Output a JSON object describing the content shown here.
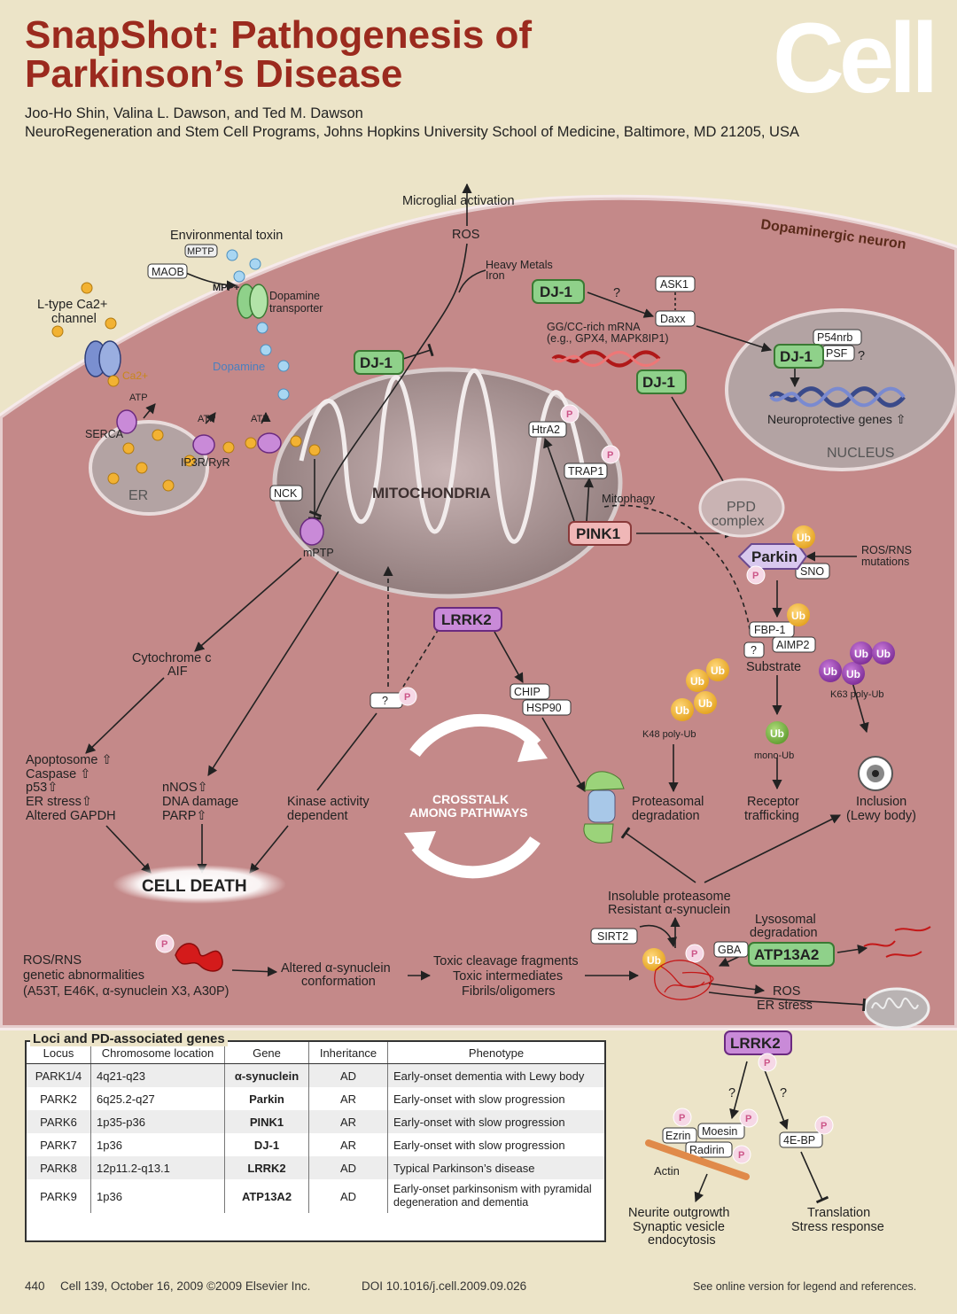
{
  "header": {
    "title_line1": "SnapShot: Pathogenesis of",
    "title_line2": "Parkinson’s Disease",
    "logo": "Cell",
    "authors": "Joo-Ho Shin, Valina L. Dawson, and Ted M. Dawson",
    "affiliation": "NeuroRegeneration and Stem Cell Programs, Johns Hopkins University School of Medicine, Baltimore, MD 21205, USA"
  },
  "labels": {
    "neuron": "Dopaminergic neuron",
    "microglial": "Microglial activation",
    "ros": "ROS",
    "env_toxin": "Environmental toxin",
    "mptp": "MPTP",
    "mao": "MAOB",
    "mpp": "MPP+",
    "dat1": "Dopamine",
    "dat2": "transporter",
    "ltype1": "L-type Ca2+",
    "ltype2": "channel",
    "ca": "Ca2+",
    "dopamine": "Dopamine",
    "heavy1": "Heavy Metals",
    "heavy2": "Iron",
    "ask1": "ASK1",
    "daxx": "Daxx",
    "q": "?",
    "mrna1": "GG/CC-rich mRNA",
    "mrna2": "(e.g., GPX4, MAPK8IP1)",
    "dj1": "DJ-1",
    "p54nrb": "P54nrb",
    "psf": "PSF",
    "neuroprotective": "Neuroprotective genes ⇧",
    "nucleus": "NUCLEUS",
    "atp": "ATP",
    "serca": "SERCA",
    "ip3r": "IP3R/RyR",
    "er": "ER",
    "mito": "MITOCHONDRIA",
    "nck": "NCK",
    "mptp_pore": "mPTP",
    "htra2": "HtrA2",
    "trap1": "TRAP1",
    "mitophagy": "Mitophagy",
    "pink1": "PINK1",
    "ppd1": "PPD",
    "ppd2": "complex",
    "parkin": "Parkin",
    "sno": "SNO",
    "ub": "Ub",
    "p": "P",
    "rosrns1": "ROS/RNS",
    "rosrns2": "mutations",
    "fbp1": "FBP-1",
    "aimp2": "AIMP2",
    "substrate": "Substrate",
    "k63": "K63 poly-Ub",
    "k48": "K48 poly-Ub",
    "monoub": "mono-Ub",
    "lrrk2": "LRRK2",
    "chip": "CHIP",
    "hsp90": "HSP90",
    "cytc1": "Cytochrome c",
    "cytc2": "AIF",
    "apop1": "Apoptosome ⇧",
    "apop2": "Caspase ⇧",
    "apop3": "p53⇧",
    "apop4": "ER stress⇧",
    "apop5": "Altered GAPDH",
    "nnos1": "nNOS⇧",
    "nnos2": "DNA damage",
    "nnos3": "PARP⇧",
    "kinase1": "Kinase activity",
    "kinase2": "dependent",
    "crosstalk1": "CROSSTALK",
    "crosstalk2": "AMONG PATHWAYS",
    "proteasomal1": "Proteasomal",
    "proteasomal2": "degradation",
    "receptor1": "Receptor",
    "receptor2": "trafficking",
    "inclusion1": "Inclusion",
    "inclusion2": "(Lewy body)",
    "celldeath": "CELL DEATH",
    "insoluble1": "Insoluble proteasome",
    "insoluble2": "Resistant α-synuclein",
    "lysosomal1": "Lysosomal",
    "lysosomal2": "degradation",
    "sirt2": "SIRT2",
    "gba": "GBA",
    "atp13a2": "ATP13A2",
    "rosgen1": "ROS/RNS",
    "rosgen2": "genetic abnormalities",
    "rosgen3": "(A53T, E46K, α-synuclein X3, A30P)",
    "altered1": "Altered α-synuclein",
    "altered2": "conformation",
    "toxic1": "Toxic cleavage fragments",
    "toxic2": "Toxic intermediates",
    "toxic3": "Fibrils/oligomers",
    "ros_er1": "ROS",
    "ros_er2": "ER stress",
    "ezrin": "Ezrin",
    "moesin": "Moesin",
    "radirin": "Radirin",
    "actin": "Actin",
    "ebp": "4E-BP",
    "neurite1": "Neurite outgrowth",
    "neurite2": "Synaptic vesicle",
    "neurite3": "endocytosis",
    "transl1": "Translation",
    "transl2": "Stress response"
  },
  "table": {
    "title": "Loci and PD-associated genes",
    "headers": [
      "Locus",
      "Chromosome location",
      "Gene",
      "Inheritance",
      "Phenotype"
    ],
    "rows": [
      [
        "PARK1/4",
        "4q21-q23",
        "α-synuclein",
        "AD",
        "Early-onset dementia with Lewy body"
      ],
      [
        "PARK2",
        "6q25.2-q27",
        "Parkin",
        "AR",
        "Early-onset with slow progression"
      ],
      [
        "PARK6",
        "1p35-p36",
        "PINK1",
        "AR",
        "Early-onset with slow progression"
      ],
      [
        "PARK7",
        "1p36",
        "DJ-1",
        "AR",
        "Early-onset with slow progression"
      ],
      [
        "PARK8",
        "12p11.2-q13.1",
        "LRRK2",
        "AD",
        "Typical Parkinson’s disease"
      ],
      [
        "PARK9",
        "1p36",
        "ATP13A2",
        "AD",
        "Early-onset parkinsonism with pyramidal degeneration and dementia"
      ]
    ]
  },
  "footer": {
    "page": "440",
    "citation": "Cell 139, October 16, 2009 ©2009 Elsevier Inc.",
    "doi": "DOI 10.1016/j.cell.2009.09.026",
    "online": "See online version for legend and references."
  },
  "colors": {
    "title": "#9b2a1e",
    "background": "#ece4c8",
    "cytoplasm": "#c98e8e",
    "dj1_green": "#8fd18a",
    "pink_box": "#f0b7b7",
    "lrrk2_purple": "#c98ad8",
    "ub_orange": "#f2b233"
  }
}
